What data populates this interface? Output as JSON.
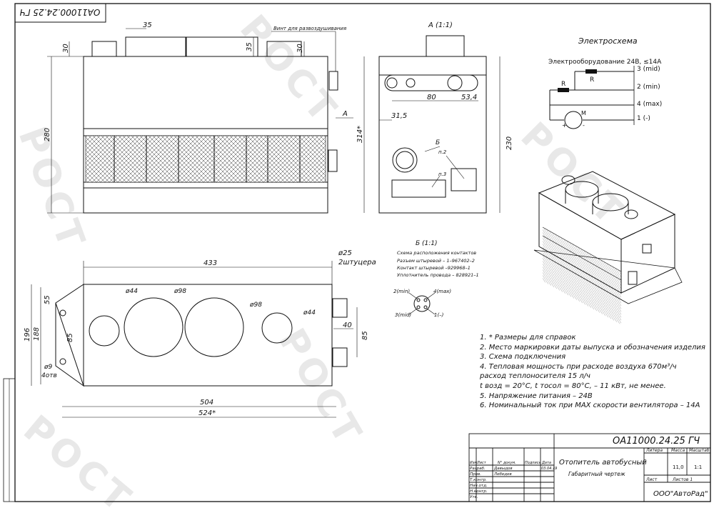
{
  "stamp_top": "ОА11000.24.25 ГЧ",
  "front_view": {
    "dims": {
      "d35": "35",
      "d30": "30",
      "d35b": "35",
      "d30b": "30",
      "d280": "280"
    },
    "vent_note": "Винт для развоздушивания",
    "section_mark": "А"
  },
  "side_view": {
    "title": "А (1:1)",
    "dims": {
      "d314": "314*",
      "d230": "230",
      "d80": "80",
      "d53": "53,4",
      "d31": "31,5"
    },
    "marks": {
      "b": "Б",
      "p2": "п.2",
      "p3": "п.3"
    }
  },
  "plan_view": {
    "dims": {
      "d433": "433",
      "d504": "504",
      "d524": "524*",
      "d196": "196",
      "d188": "188",
      "d55": "55",
      "d85": "85",
      "d85r": "85",
      "d40": "40",
      "d25": "ø25",
      "d44a": "ø44",
      "d98a": "ø98",
      "d98b": "ø98",
      "d44b": "ø44",
      "d9": "ø9",
      "holes": "4отв",
      "fittings": "2штуцера"
    }
  },
  "connector": {
    "title": "Б (1:1)",
    "lines": [
      "Схема расположения контактов",
      "Разъем штыревой – 1–967402–2",
      "Контакт штыревой –929968–1",
      "Уплотнитель провода – 828921–1"
    ],
    "pins": {
      "p2": "2(min)",
      "p4": "4(max)",
      "p3": "3(mid)",
      "p1": "1(–)"
    }
  },
  "schematic": {
    "title": "Электросхема",
    "subtitle": "Электрооборудование 24В, ≤14А",
    "terminals": [
      "3 (mid)",
      "2 (min)",
      "4 (max)",
      "1 (-)"
    ],
    "r1": "R",
    "r2": "R",
    "motor": "M",
    "plus": "+",
    "minus": "-"
  },
  "notes": [
    "1. * Размеры для справок",
    "2. Место маркировки даты выпуска и обозначения изделия",
    "3. Схема подключения",
    "4. Тепловая мощность при расходе воздуха 670м³/ч",
    "расход теплоносителя 15 л/ч",
    "t возд = 20°С, t тосол = 80°С, – 11 кВт, не менее.",
    "5. Напряжение питания – 24В",
    "6. Номинальный ток при MAX скорости вентилятора – 14А"
  ],
  "title_block": {
    "code": "ОА11000.24.25 ГЧ",
    "name": "Отопитель автобусный",
    "subname": "Габаритный чертеж",
    "company": "ООО\"АвтоРад\"",
    "litera": "Литера",
    "massa": "Масса",
    "masshtab": "Масштаб",
    "mass_val": "11,0",
    "scale_val": "1:1",
    "list": "Лист",
    "lists": "Листов 1",
    "hdr": [
      "Изм.",
      "Лист",
      "N° докум.",
      "Подпись",
      "Дата"
    ],
    "roles": [
      "Разраб.",
      "Пров.",
      "Т.контр.",
      "Нач.отд.",
      "Н.контр.",
      "Утв."
    ],
    "names": [
      "Давыдов",
      "Лебедев",
      "",
      "",
      "",
      ""
    ],
    "date": "03.04.19"
  },
  "watermark": "РОСТ"
}
